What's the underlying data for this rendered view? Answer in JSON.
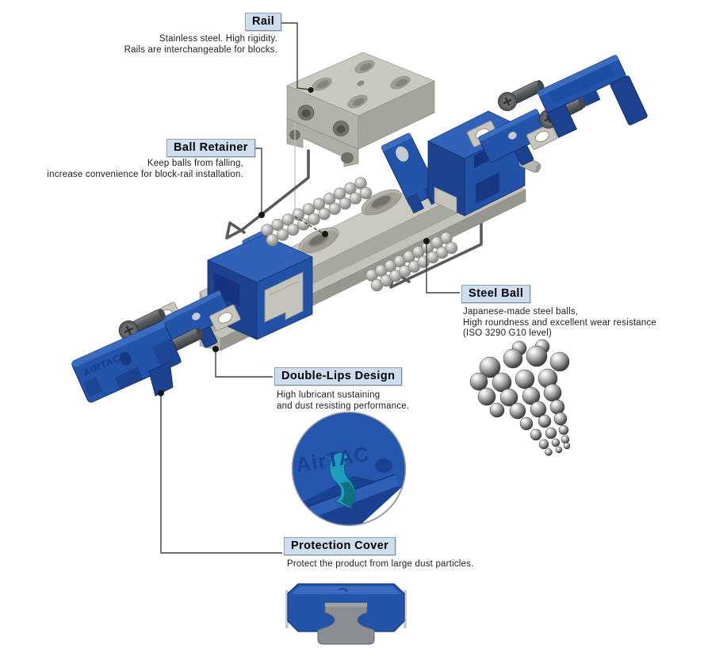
{
  "figure": {
    "callouts": {
      "rail": {
        "label": "Rail",
        "desc": [
          "Stainless steel. High rigidity.",
          "Rails are interchangeable for blocks."
        ]
      },
      "ball_retainer": {
        "label": "Ball Retainer",
        "desc": [
          "Keep balls from falling,",
          "increase convenience for block-rail installation."
        ]
      },
      "steel_ball": {
        "label": "Steel Ball",
        "desc": [
          "Japanese-made steel balls,",
          "High roundness and excellent wear resistance",
          "(ISO 3290 G10 level)"
        ]
      },
      "double_lips": {
        "label": "Double-Lips Design",
        "desc": [
          "High lubricant sustaining",
          "and dust resisting performance."
        ]
      },
      "protection_cover": {
        "label": "Protection Cover",
        "desc": [
          "Protect the product from large dust particles."
        ]
      }
    },
    "inset_brand_text": "AirTAC",
    "cover_brand_text": "AIRTAC",
    "colors": {
      "part_blue": "#2254aa",
      "part_blue_dark": "#1d4390",
      "metal_gray": "#c6c6bc",
      "rail_gray": "#cbcac0",
      "steel_ball_gray": "#a9aaa6",
      "label_box_fill": "#cfdeee",
      "leader_line": "#3f3f3f",
      "lip_teal": "#1d9dc2"
    }
  }
}
